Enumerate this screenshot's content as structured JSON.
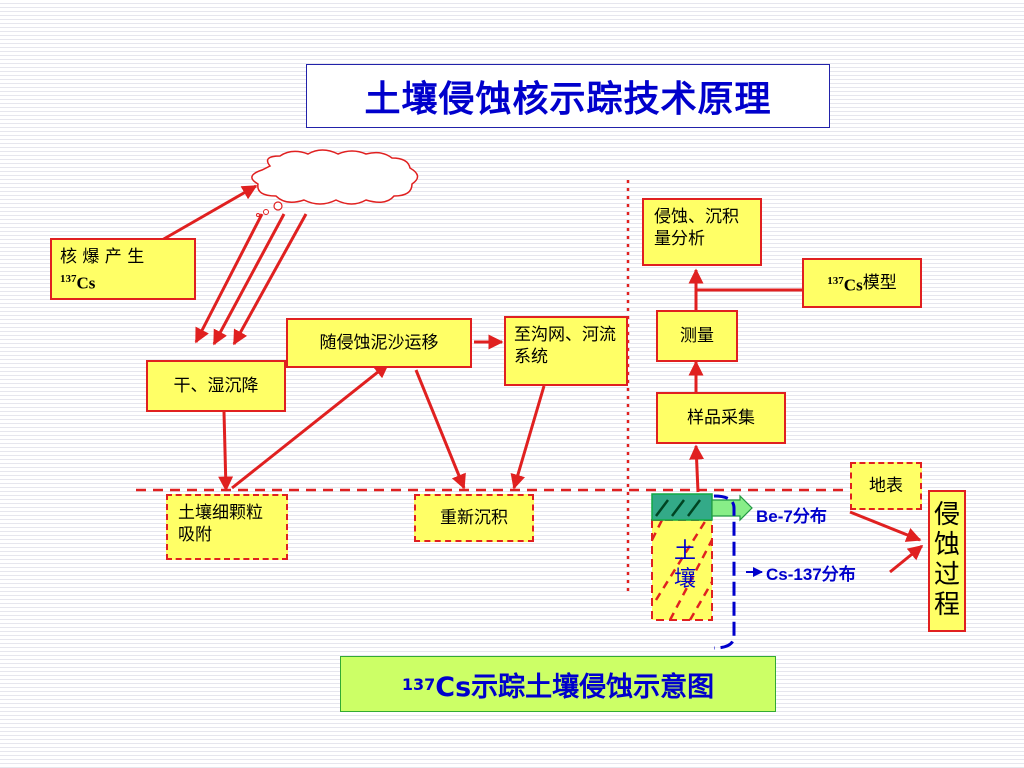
{
  "title": "土壤侵蚀核示踪技术原理",
  "caption": {
    "sup": "137",
    "main": "Cs示踪土壤侵蚀示意图"
  },
  "nodes": {
    "nuclear_source": {
      "line1": "核 爆 产 生",
      "sup": "137",
      "isotope": "Cs"
    },
    "deposition": "干、湿沉降",
    "migration": "随侵蚀泥沙运移",
    "river_system": "至沟网、河流系统",
    "soil_adsorption": "土壤细颗粒吸附",
    "redeposition": "重新沉积",
    "analysis": "侵蚀、沉积量分析",
    "model": {
      "sup": "137",
      "isotope": "Cs",
      "suffix": "模型"
    },
    "measurement": "测量",
    "sampling": "样品采集",
    "surface": "地表",
    "soil": "土壤",
    "erosion_process": "侵蚀过程"
  },
  "labels": {
    "be7": "Be-7分布",
    "cs137": "Cs-137分布"
  },
  "colors": {
    "arrow": "#e02020",
    "title_text": "#0000cc",
    "box_fill": "#ffff66",
    "caption_fill": "#ccff66",
    "bracket": "#0000cc"
  }
}
